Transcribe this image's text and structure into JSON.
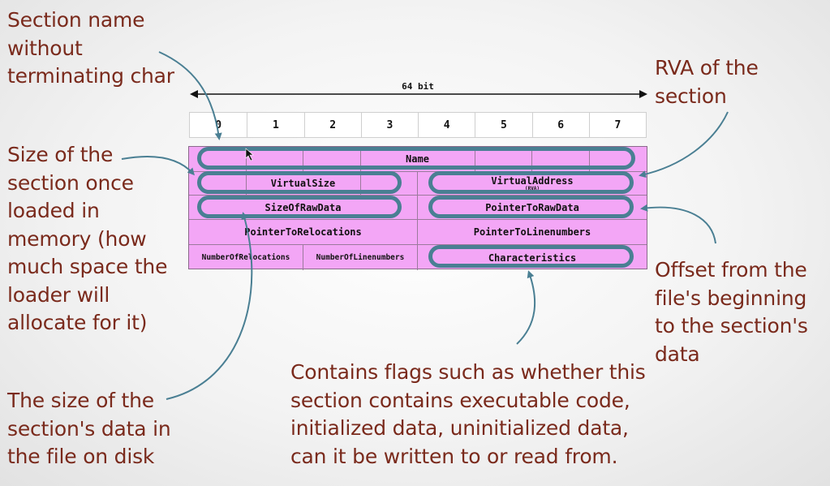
{
  "diagram": {
    "width_label": "64 bit",
    "byte_indices": [
      "0",
      "1",
      "2",
      "3",
      "4",
      "5",
      "6",
      "7"
    ],
    "fields": {
      "name": "Name",
      "virtual_size": "VirtualSize",
      "virtual_address": "VirtualAddress",
      "virtual_address_sub": "(RVA)",
      "size_of_raw_data": "SizeOfRawData",
      "pointer_to_raw_data": "PointerToRawData",
      "pointer_to_relocations": "PointerToRelocations",
      "pointer_to_linenumbers": "PointerToLinenumbers",
      "number_of_relocations": "NumberOfRelocations",
      "number_of_linenumbers": "NumberOfLinenumbers",
      "characteristics": "Characteristics"
    },
    "colors": {
      "table_fill": "#f3a6f6",
      "highlight": "#4a7f93",
      "annotation_text": "#7a2a1c"
    }
  },
  "annotations": {
    "section_name": [
      "Section name",
      "without",
      "terminating char"
    ],
    "size_loaded": [
      "Size of the",
      "section once",
      "loaded in",
      "memory (how",
      "much space the",
      "loader will",
      "allocate for it)"
    ],
    "size_on_disk": [
      "The size of the",
      "section's data in",
      "the file on disk"
    ],
    "rva": [
      "RVA of the",
      "section"
    ],
    "offset": [
      "Offset from the",
      "file's beginning",
      "to the section's",
      "data"
    ],
    "characteristics": [
      "Contains flags such as whether this",
      "section contains executable code,",
      "initialized data, uninitialized data,",
      "can it be written to or read from."
    ]
  }
}
